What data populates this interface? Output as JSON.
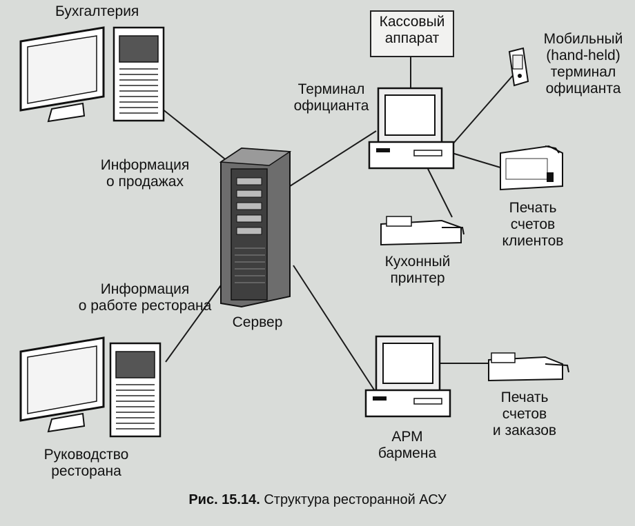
{
  "labels": {
    "accounting": "Бухгалтерия",
    "cash_register": [
      "Кассовый",
      "аппарат"
    ],
    "mobile_terminal": [
      "Мобильный",
      "(hand-held)",
      "терминал",
      "официанта"
    ],
    "waiter_terminal": [
      "Терминал",
      "официанта"
    ],
    "sales_info": [
      "Информация",
      "о продажах"
    ],
    "client_bills": [
      "Печать",
      "счетов",
      "клиентов"
    ],
    "kitchen_printer": [
      "Кухонный",
      "принтер"
    ],
    "restaurant_info": [
      "Информация",
      "о работе ресторана"
    ],
    "server": "Сервер",
    "bills_orders": [
      "Печать",
      "счетов",
      "и заказов"
    ],
    "bartender_workstation": [
      "АРМ",
      "бармена"
    ],
    "management": [
      "Руководство",
      "ресторана"
    ]
  },
  "caption": {
    "number": "Рис. 15.14.",
    "text": "Структура ресторанной АСУ"
  }
}
